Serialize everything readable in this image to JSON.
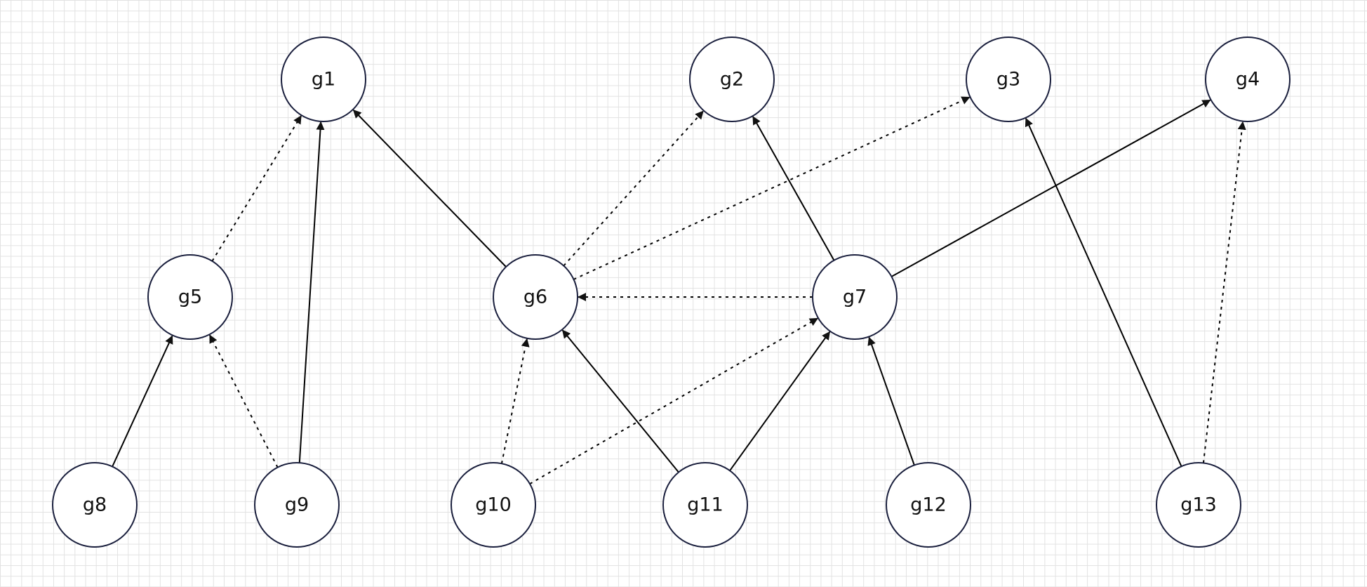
{
  "diagram": {
    "nodes": [
      {
        "id": "g1",
        "label": "g1"
      },
      {
        "id": "g2",
        "label": "g2"
      },
      {
        "id": "g3",
        "label": "g3"
      },
      {
        "id": "g4",
        "label": "g4"
      },
      {
        "id": "g5",
        "label": "g5"
      },
      {
        "id": "g6",
        "label": "g6"
      },
      {
        "id": "g7",
        "label": "g7"
      },
      {
        "id": "g8",
        "label": "g8"
      },
      {
        "id": "g9",
        "label": "g9"
      },
      {
        "id": "g10",
        "label": "g10"
      },
      {
        "id": "g11",
        "label": "g11"
      },
      {
        "id": "g12",
        "label": "g12"
      },
      {
        "id": "g13",
        "label": "g13"
      }
    ],
    "edges": [
      {
        "from": "g5",
        "to": "g1",
        "style": "dotted"
      },
      {
        "from": "g9",
        "to": "g1",
        "style": "solid"
      },
      {
        "from": "g6",
        "to": "g1",
        "style": "solid"
      },
      {
        "from": "g6",
        "to": "g2",
        "style": "dotted"
      },
      {
        "from": "g6",
        "to": "g3",
        "style": "dotted"
      },
      {
        "from": "g7",
        "to": "g2",
        "style": "solid"
      },
      {
        "from": "g7",
        "to": "g4",
        "style": "solid"
      },
      {
        "from": "g7",
        "to": "g6",
        "style": "dotted"
      },
      {
        "from": "g8",
        "to": "g5",
        "style": "solid"
      },
      {
        "from": "g9",
        "to": "g5",
        "style": "dotted"
      },
      {
        "from": "g10",
        "to": "g6",
        "style": "dotted"
      },
      {
        "from": "g10",
        "to": "g7",
        "style": "dotted"
      },
      {
        "from": "g11",
        "to": "g6",
        "style": "solid"
      },
      {
        "from": "g11",
        "to": "g7",
        "style": "solid"
      },
      {
        "from": "g12",
        "to": "g7",
        "style": "solid"
      },
      {
        "from": "g13",
        "to": "g3",
        "style": "solid"
      },
      {
        "from": "g13",
        "to": "g4",
        "style": "dotted"
      }
    ],
    "colors": {
      "stroke": "#000000",
      "node_border": "#1a1f3d",
      "node_fill": "#ffffff",
      "grid": "#e2e2e2"
    }
  }
}
